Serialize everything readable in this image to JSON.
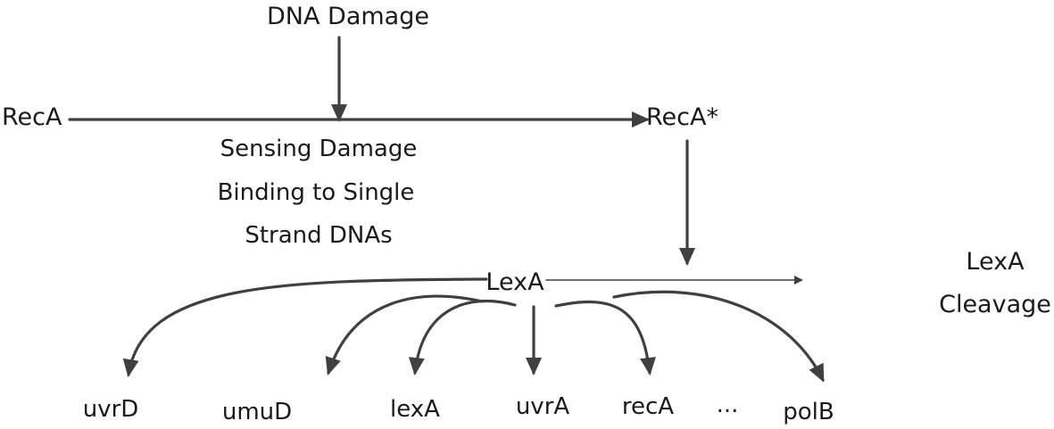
{
  "nodes": {
    "dna_damage": "DNA Damage",
    "reca": "RecA",
    "reca_star": "RecA*",
    "sensing_line1": "Sensing Damage",
    "sensing_line2": "Binding to Single",
    "sensing_line3": "Strand DNAs",
    "lexa": "LexA",
    "cleavage_line1": "LexA",
    "cleavage_line2": "Cleavage"
  },
  "genes": [
    "uvrD",
    "umuD",
    "lexA",
    "uvrA",
    "recA",
    "...",
    "polB"
  ],
  "colors": {
    "arrow": "#404040",
    "text": "#1a1a1a",
    "background": "#ffffff"
  }
}
